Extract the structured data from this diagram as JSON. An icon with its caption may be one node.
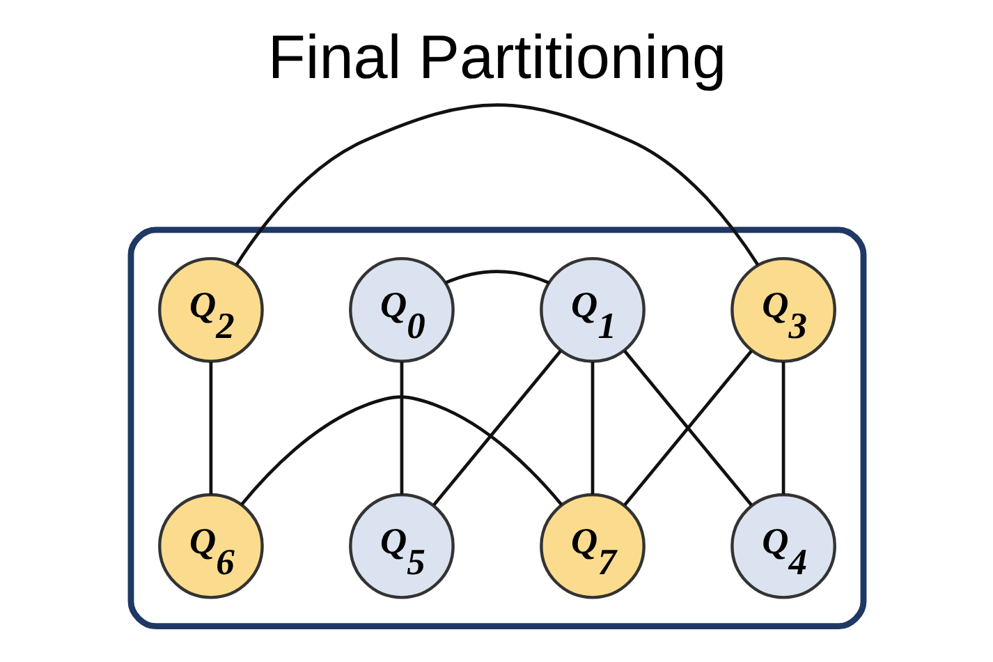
{
  "diagram": {
    "title": "Final Partitioning",
    "nodes": [
      {
        "text": [],
        "shape": "box"
      },
      {
        "text": [
          "Q$_{0}$"
        ],
        "in": 0
      },
      {
        "text": [
          "Q$_{1}$"
        ],
        "in": 0
      },
      {
        "text": [
          "Q$_{2}$"
        ],
        "in": 0
      },
      {
        "text": [
          "Q$_{3}$"
        ],
        "in": 0
      },
      {
        "text": [
          "Q$_{4}$"
        ],
        "in": 0
      },
      {
        "text": [
          "Q$_{5}$"
        ],
        "in": 0
      },
      {
        "text": [
          "Q$_{6}$"
        ],
        "in": 0
      },
      {
        "text": [
          "Q$_{7}$"
        ],
        "in": 0
      }
    ],
    "edges": [
      {
        "from": 1,
        "to": 2,
        "arrow": "none"
      },
      {
        "from": 1,
        "to": 6,
        "arrow": "none"
      },
      {
        "from": 2,
        "to": 5,
        "arrow": "none"
      },
      {
        "from": 2,
        "to": 6,
        "arrow": "none"
      },
      {
        "from": 2,
        "to": 8,
        "arrow": "none"
      },
      {
        "from": 4,
        "to": 5,
        "arrow": "none"
      },
      {
        "from": 3,
        "to": 4,
        "arrow": "none"
      },
      {
        "from": 3,
        "to": 7,
        "arrow": "none"
      },
      {
        "from": 4,
        "to": 8,
        "arrow": "none"
      },
      {
        "from": 7,
        "to": 8,
        "arrow": "none"
      }
    ]
  }
}
